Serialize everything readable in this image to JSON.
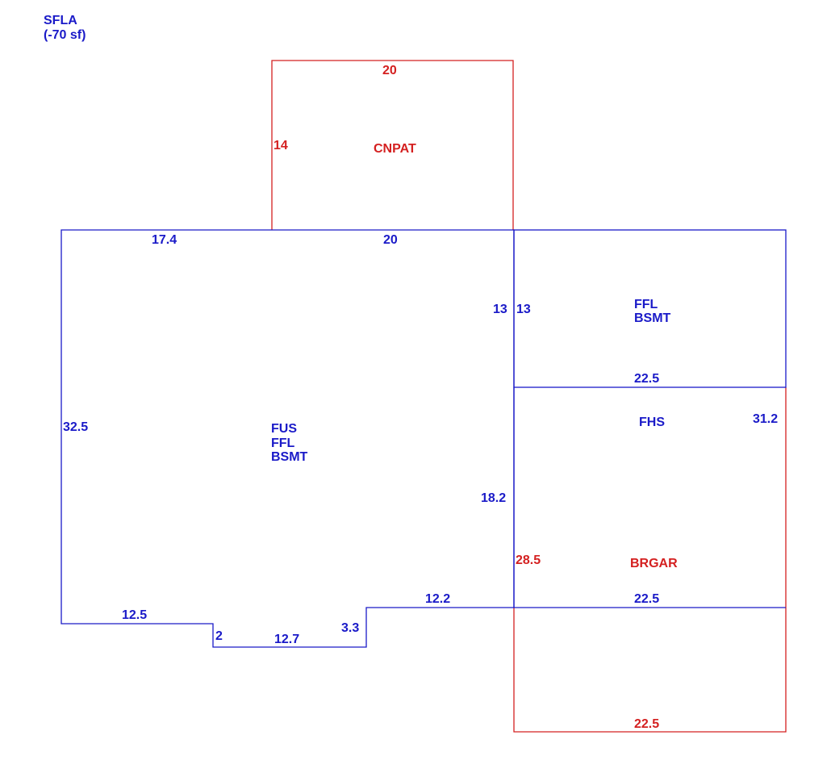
{
  "colors": {
    "living": "#1a1ac8",
    "non_living": "#d42020"
  },
  "header": {
    "line1": "SFLA",
    "line2": "(-70 sf)"
  },
  "areas": {
    "main": {
      "line1": "FUS",
      "line2": "FFL",
      "line3": "BSMT"
    },
    "east": {
      "line1": "FFL",
      "line2": "BSMT"
    },
    "fhs": {
      "line1": "FHS"
    },
    "cnpat": {
      "line1": "CNPAT"
    },
    "brgar": {
      "line1": "BRGAR"
    }
  },
  "dims": {
    "main_top_left": "17.4",
    "main_top_mid": "20",
    "main_left": "32.5",
    "main_right_upper": "13",
    "main_right_lower": "18.2",
    "bottom_left": "12.5",
    "step_down": "2",
    "bottom_mid": "12.7",
    "step_up": "3.3",
    "bottom_right": "12.2",
    "east_left": "13",
    "east_bottom": "22.5",
    "fhs_right": "31.2",
    "cnpat_top": "20",
    "cnpat_left": "14",
    "garage_left": "28.5",
    "garage_top": "22.5",
    "garage_bottom": "22.5"
  }
}
